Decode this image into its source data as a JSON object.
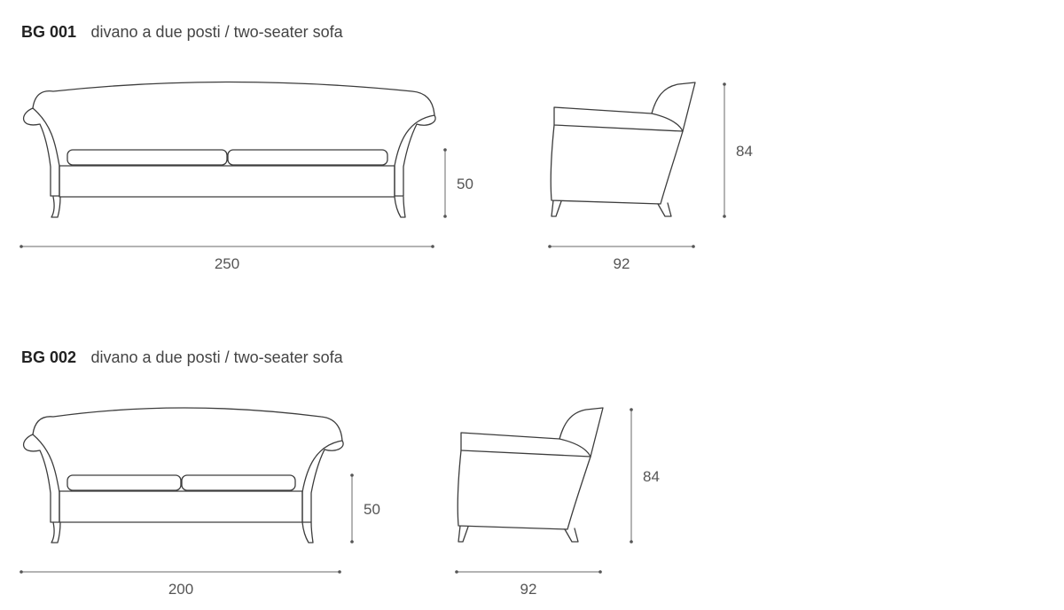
{
  "products": [
    {
      "code": "BG 001",
      "description": "divano a due posti / two-seater sofa",
      "dimensions": {
        "width": "250",
        "seat_height": "50",
        "depth": "92",
        "height": "84"
      }
    },
    {
      "code": "BG 002",
      "description": "divano a due posti / two-seater sofa",
      "dimensions": {
        "width": "200",
        "seat_height": "50",
        "depth": "92",
        "height": "84"
      }
    }
  ],
  "colors": {
    "line": "#3d3d3d",
    "dimension": "#6a6a6a",
    "text": "#444444",
    "background": "#ffffff"
  }
}
